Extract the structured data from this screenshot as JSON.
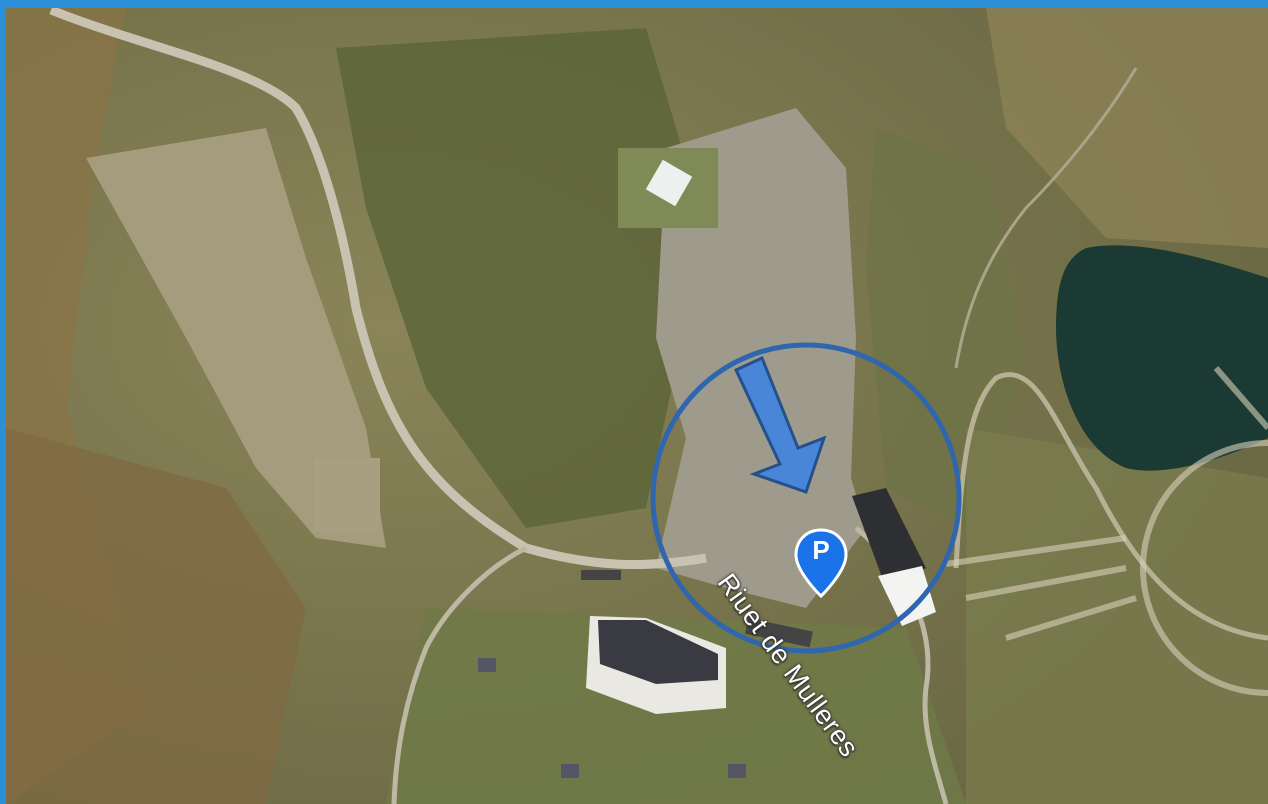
{
  "map": {
    "view": "satellite",
    "road_label": "Riuet de Mulleres",
    "parking_marker": {
      "label": "P",
      "icon": "parking-pin-icon",
      "color": "#1a73e8"
    },
    "annotation": {
      "shape": "circle",
      "pointer": "arrow-down-right",
      "color": "#2f66ad",
      "arrow_fill": "#4a86d8"
    },
    "frame_color": "#2a8fd6",
    "water_body": "lake"
  }
}
